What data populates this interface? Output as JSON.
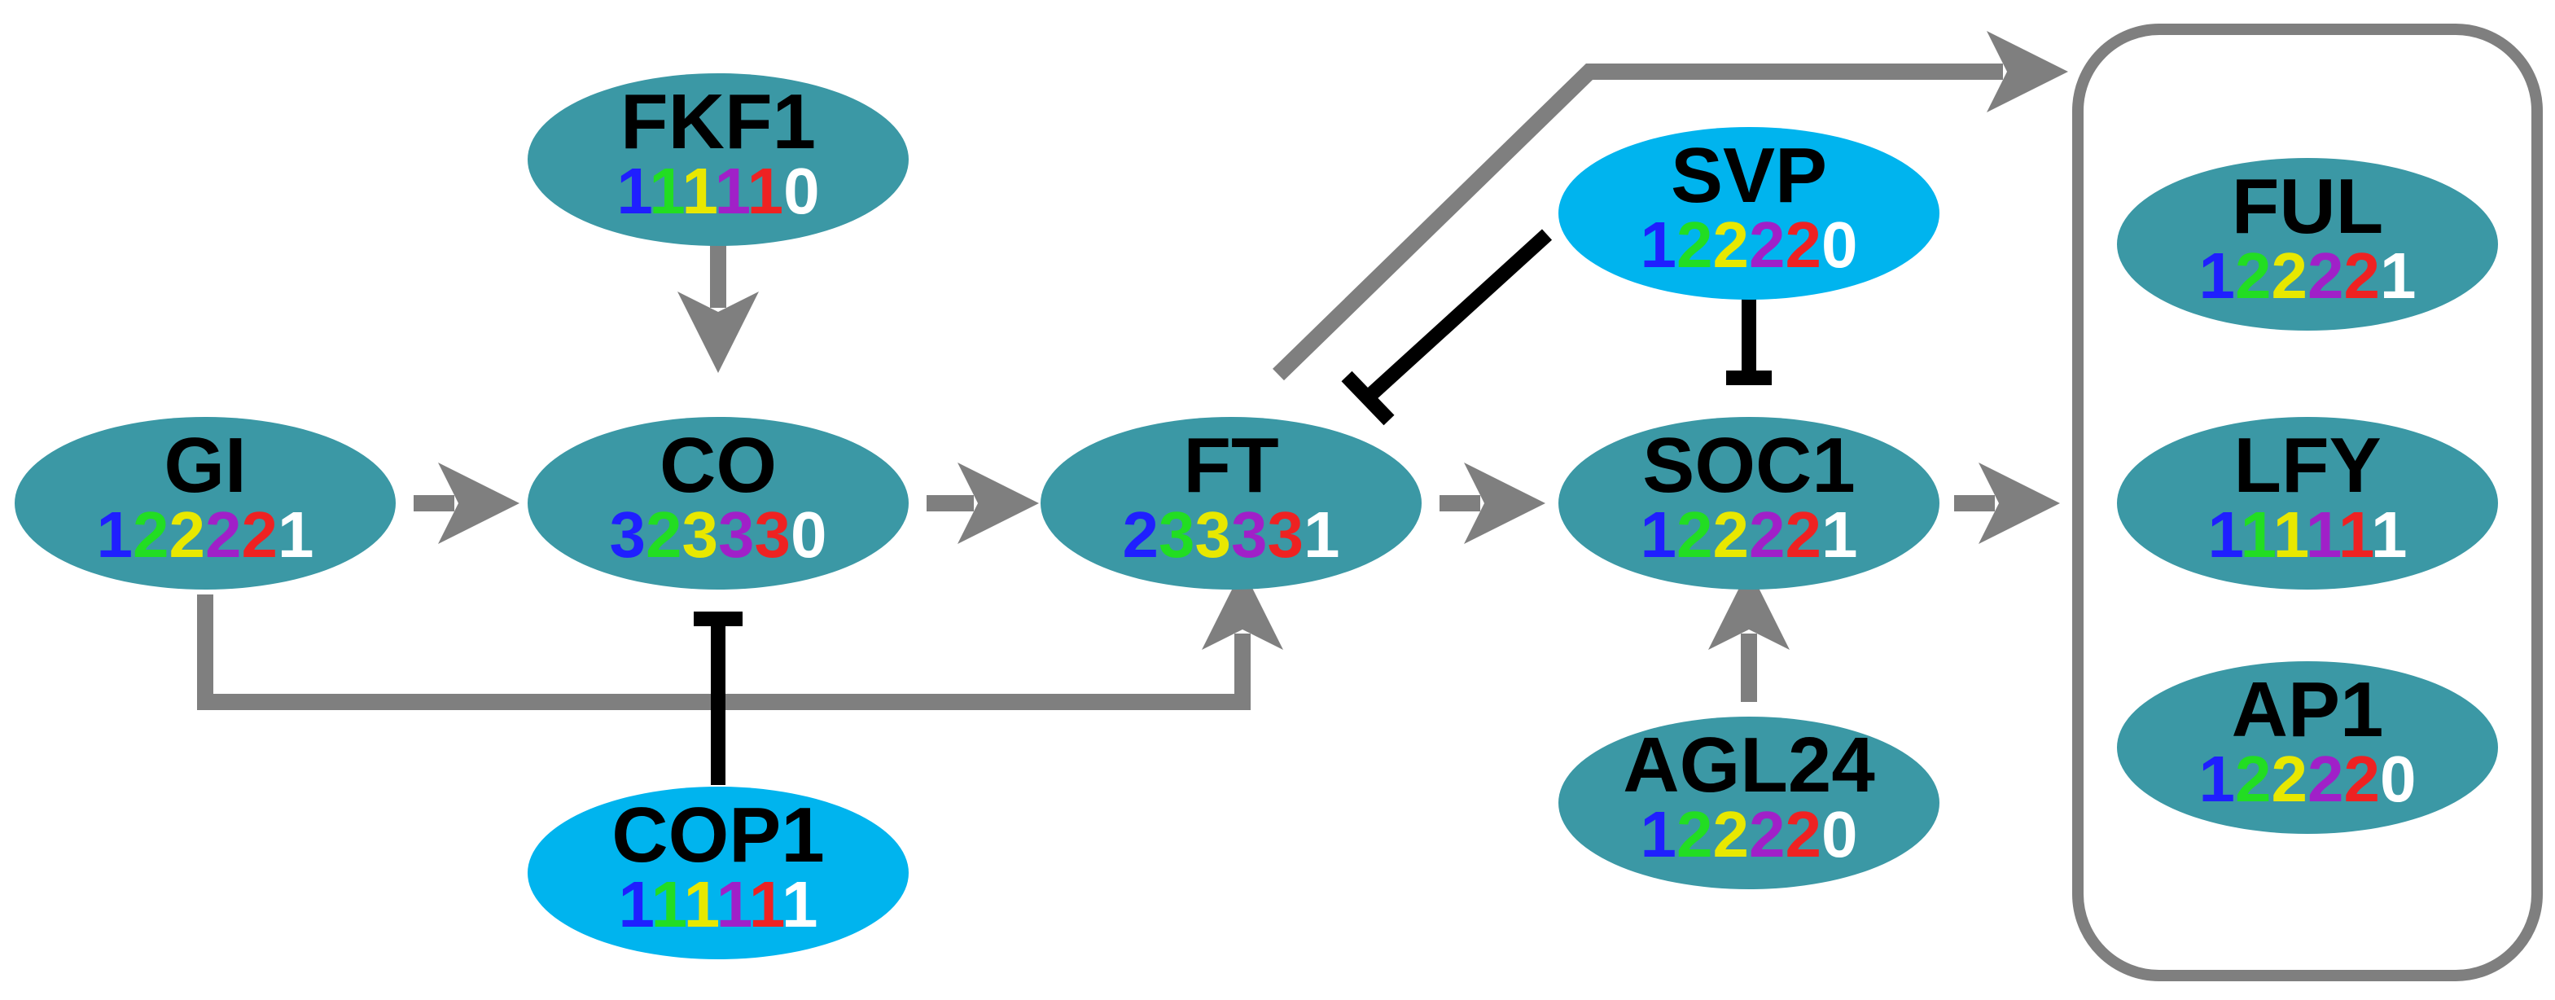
{
  "colors": {
    "node_teal": "#3b98a5",
    "node_cyan": "#00b4ee",
    "activation_arrow": "#7f7f7f",
    "inhibition": "#000000",
    "digit_colors": [
      "#1f1fff",
      "#22dd22",
      "#e8e800",
      "#a020c8",
      "#ee2222",
      "#ffffff"
    ]
  },
  "nodes": [
    {
      "id": "fkf1",
      "name": "FKF1",
      "code": "111110",
      "color": "node_teal"
    },
    {
      "id": "gi",
      "name": "GI",
      "code": "122221",
      "color": "node_teal"
    },
    {
      "id": "co",
      "name": "CO",
      "code": "323330",
      "color": "node_teal"
    },
    {
      "id": "ft",
      "name": "FT",
      "code": "233331",
      "color": "node_teal"
    },
    {
      "id": "cop1",
      "name": "COP1",
      "code": "111111",
      "color": "node_cyan"
    },
    {
      "id": "svp",
      "name": "SVP",
      "code": "122220",
      "color": "node_cyan"
    },
    {
      "id": "soc1",
      "name": "SOC1",
      "code": "122221",
      "color": "node_teal"
    },
    {
      "id": "agl24",
      "name": "AGL24",
      "code": "122220",
      "color": "node_teal"
    },
    {
      "id": "ful",
      "name": "FUL",
      "code": "122221",
      "color": "node_teal"
    },
    {
      "id": "lfy",
      "name": "LFY",
      "code": "111111",
      "color": "node_teal"
    },
    {
      "id": "ap1",
      "name": "AP1",
      "code": "122220",
      "color": "node_teal"
    }
  ],
  "edges": [
    {
      "from": "gi",
      "to": "co",
      "type": "activation"
    },
    {
      "from": "fkf1",
      "to": "co",
      "type": "activation"
    },
    {
      "from": "co",
      "to": "ft",
      "type": "activation"
    },
    {
      "from": "gi",
      "to": "ft",
      "type": "activation"
    },
    {
      "from": "cop1",
      "to": "co",
      "type": "inhibition"
    },
    {
      "from": "svp",
      "to": "ft",
      "type": "inhibition"
    },
    {
      "from": "svp",
      "to": "soc1",
      "type": "inhibition"
    },
    {
      "from": "ft",
      "to": "soc1",
      "type": "activation"
    },
    {
      "from": "agl24",
      "to": "soc1",
      "type": "activation"
    },
    {
      "from": "soc1",
      "to": "floral-group",
      "type": "activation"
    },
    {
      "from": "ft",
      "to": "floral-group",
      "type": "activation"
    }
  ]
}
